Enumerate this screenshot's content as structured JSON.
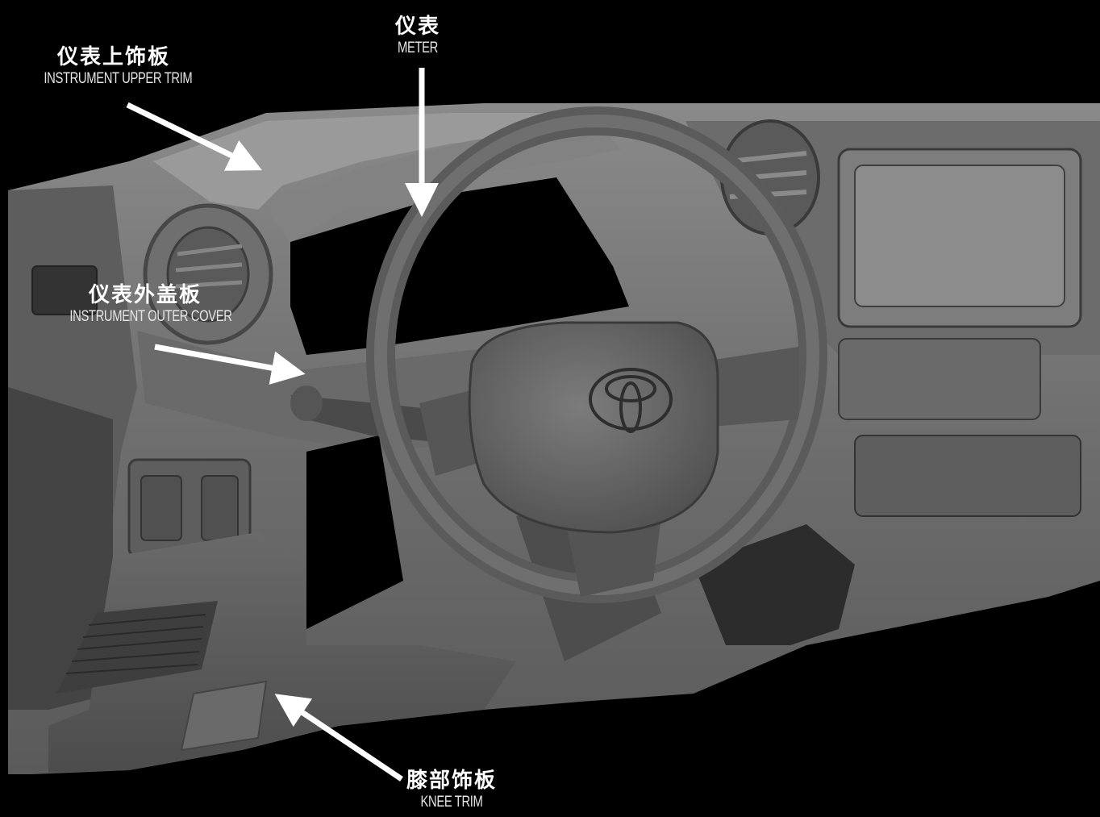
{
  "callouts": {
    "upper_trim": {
      "zh": "仪表上饰板",
      "en": "INSTRUMENT UPPER TRIM"
    },
    "meter": {
      "zh": "仪表",
      "en": "METER"
    },
    "outer_cover": {
      "zh": "仪表外盖板",
      "en": "INSTRUMENT OUTER COVER"
    },
    "knee_trim": {
      "zh": "膝部饰板",
      "en": "KNEE TRIM"
    }
  },
  "colors": {
    "background": "#000000",
    "surface": "#7a7a7a",
    "surface_dark": "#4a4a4a",
    "label": "#ffffff",
    "arrow": "#ffffff"
  }
}
